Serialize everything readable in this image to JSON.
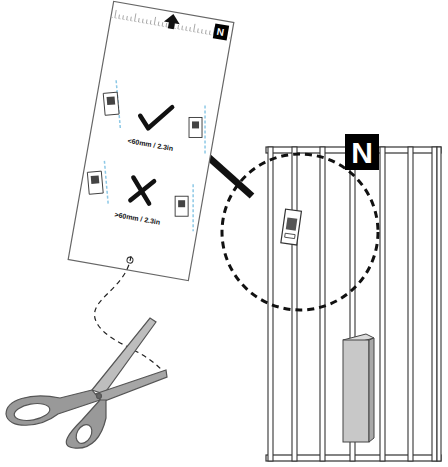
{
  "diagram": {
    "nodes": [
      {
        "text": [
          "<60mm / 2.3in",
          ">60mm / 2.3in"
        ]
      },
      {
        "text": [
          "N"
        ],
        "in": 0
      },
      {
        "text": [
          "N"
        ]
      }
    ]
  }
}
